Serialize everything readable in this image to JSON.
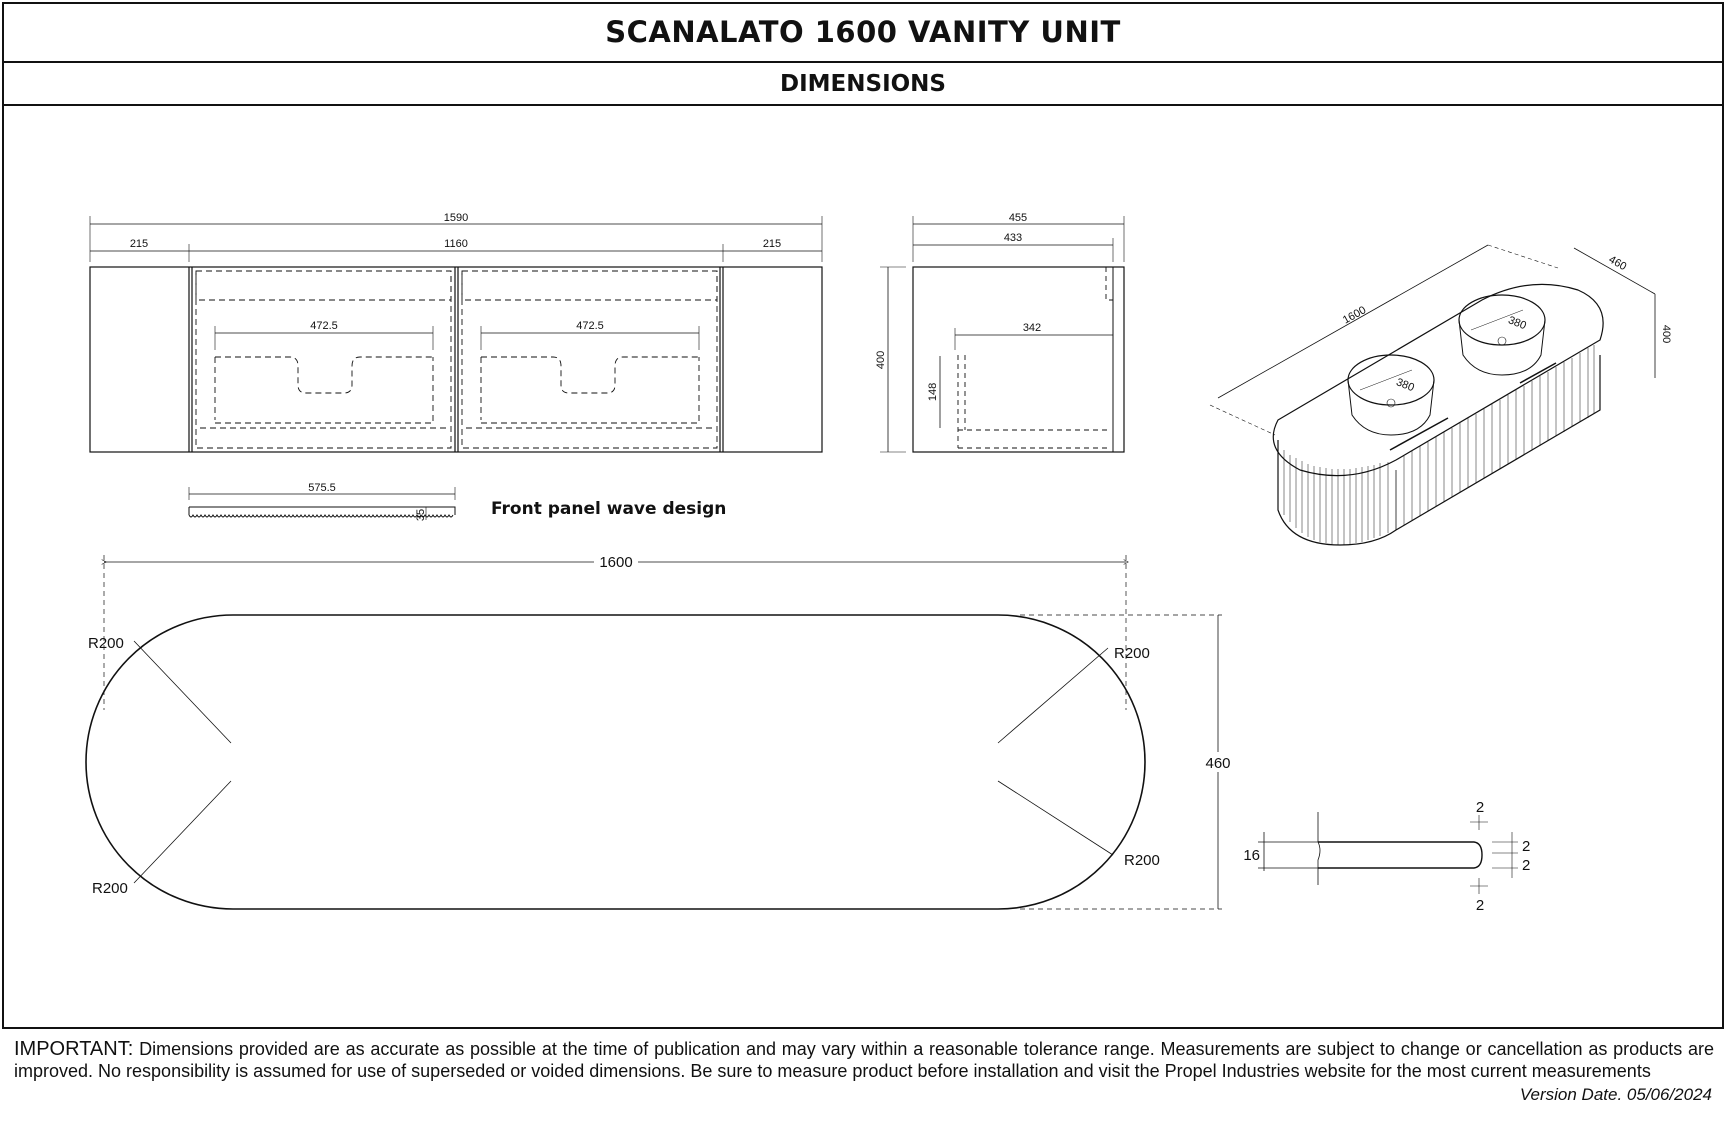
{
  "header": {
    "title": "SCANALATO 1600 VANITY UNIT",
    "subtitle": "DIMENSIONS"
  },
  "front_view": {
    "overall_width": "1590",
    "left_side": "215",
    "center_width": "1160",
    "right_side": "215",
    "basin_left": "472.5",
    "basin_right": "472.5"
  },
  "side_view": {
    "depth_outer": "455",
    "depth_inner": "433",
    "height": "400",
    "drawer_depth": "342",
    "drawer_height": "148"
  },
  "wave_panel": {
    "width": "575.5",
    "thickness": "35",
    "label": "Front panel wave design"
  },
  "iso_view": {
    "length": "1600",
    "depth": "460",
    "height": "400",
    "basin_left": "380",
    "basin_right": "380"
  },
  "top_plan": {
    "length": "1600",
    "depth": "460",
    "radius_top_left": "R200",
    "radius_bottom_left": "R200",
    "radius_top_right": "R200",
    "radius_bottom_right": "R200"
  },
  "edge_profile": {
    "thickness": "16",
    "top_chamfer": "2",
    "bottom_chamfer": "2",
    "right_top": "2",
    "right_bottom": "2"
  },
  "footer": {
    "important_label": "IMPORTANT:",
    "notice": " Dimensions provided are as accurate as possible at the time of publication and may vary within a reasonable tolerance range. Measurements are subject to change or cancellation as products are improved. No responsibility is assumed for use of superseded or voided dimensions. Be sure to measure product before installation and visit the Propel Industries website for the most current measurements",
    "version": "Version Date. 05/06/2024"
  }
}
